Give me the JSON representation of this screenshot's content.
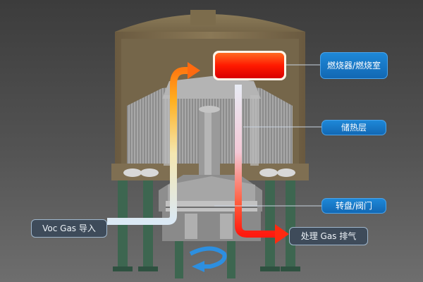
{
  "labels": {
    "burner": "燃烧器/燃烧室",
    "heat_storage": "储热层",
    "rotary_valve": "转盘/阀门",
    "voc_inlet": "Voc Gas 导入",
    "treated_exhaust": "处理 Gas 排气"
  },
  "colors": {
    "vessel_shell": "#7a6a4e",
    "burner": "#ff2a00",
    "label_box": "#1a7acb",
    "column": "#3d6650",
    "hot_arrow": "#ff2a1a",
    "cold_arrow": "#c9e0f5",
    "rotation_arrow": "#2d8fe0"
  },
  "icons": [
    "rotation-arrow-icon"
  ]
}
